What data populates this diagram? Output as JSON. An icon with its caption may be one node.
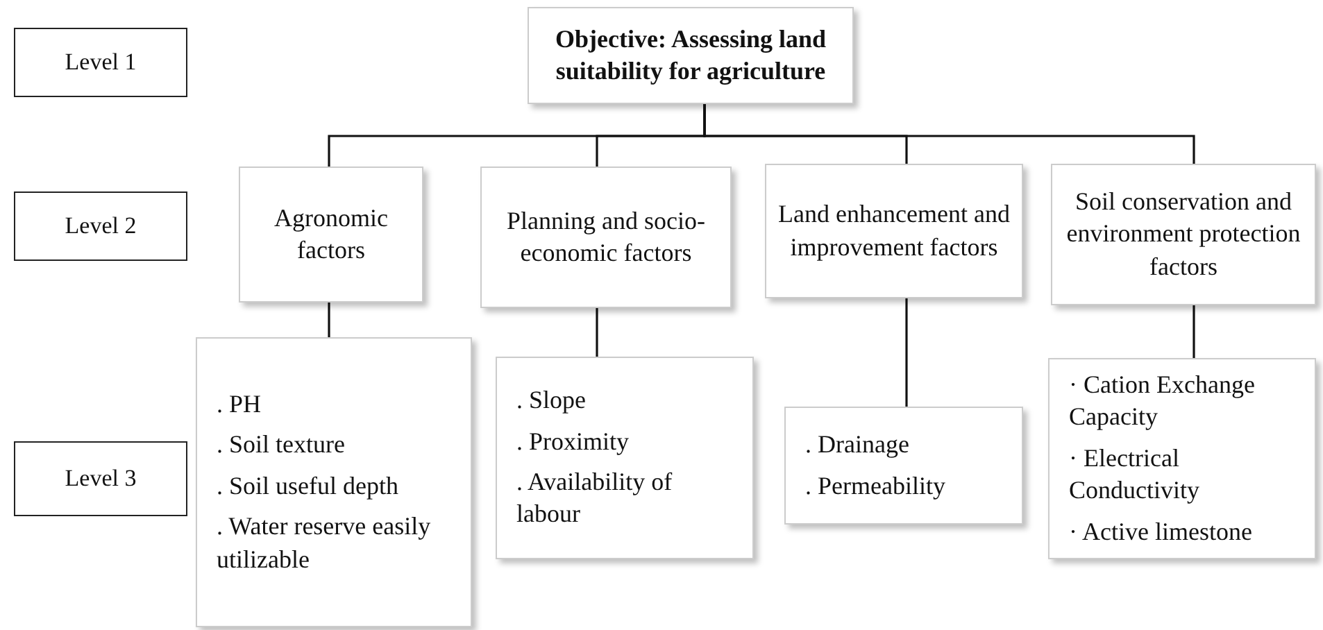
{
  "diagram": {
    "nodes": [
      {
        "text": [
          "Level 1"
        ]
      },
      {
        "text": [
          "Level 2"
        ]
      },
      {
        "text": [
          "Level 3"
        ]
      },
      {
        "text": [
          "Objective: Assessing land suitability for agriculture"
        ]
      },
      {
        "text": [
          "Agronomic factors"
        ]
      },
      {
        "text": [
          "Planning and socio-economic factors"
        ]
      },
      {
        "text": [
          "Land enhancement and improvement factors"
        ]
      },
      {
        "text": [
          "Soil conservation and environment protection factors"
        ]
      },
      {
        "text": [
          ". PH",
          ". Soil texture",
          ". Soil useful depth",
          ". Water reserve easily utilizable"
        ]
      },
      {
        "text": [
          ". Slope",
          ". Proximity",
          ". Availability of labour"
        ]
      },
      {
        "text": [
          ". Drainage",
          ". Permeability"
        ]
      },
      {
        "text": [
          "· Cation Exchange Capacity",
          "· Electrical Conductivity",
          "· Active limestone"
        ]
      }
    ],
    "edges": [
      {
        "from": 3,
        "to": 4,
        "arrow": "none"
      },
      {
        "from": 3,
        "to": 5,
        "arrow": "none"
      },
      {
        "from": 3,
        "to": 6,
        "arrow": "none"
      },
      {
        "from": 3,
        "to": 7,
        "arrow": "none"
      },
      {
        "from": 4,
        "to": 8,
        "arrow": "none"
      },
      {
        "from": 5,
        "to": 9,
        "arrow": "none"
      },
      {
        "from": 6,
        "to": 10,
        "arrow": "none"
      },
      {
        "from": 7,
        "to": 11,
        "arrow": "none"
      }
    ]
  }
}
